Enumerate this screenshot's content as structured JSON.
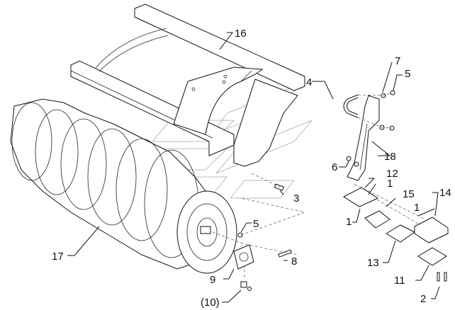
{
  "diagram": {
    "title": "Packer roller exploded parts diagram",
    "callouts": [
      {
        "id": "c16",
        "text": "16"
      },
      {
        "id": "c4",
        "text": "4"
      },
      {
        "id": "c7",
        "text": "7"
      },
      {
        "id": "c5a",
        "text": "5"
      },
      {
        "id": "c18",
        "text": "18"
      },
      {
        "id": "c6",
        "text": "6"
      },
      {
        "id": "c12",
        "text": "12"
      },
      {
        "id": "c1a",
        "text": "1"
      },
      {
        "id": "c15",
        "text": "15"
      },
      {
        "id": "c1b",
        "text": "1"
      },
      {
        "id": "c1c",
        "text": "1"
      },
      {
        "id": "c14",
        "text": "14"
      },
      {
        "id": "c13",
        "text": "13"
      },
      {
        "id": "c11",
        "text": "11"
      },
      {
        "id": "c2",
        "text": "2"
      },
      {
        "id": "c3",
        "text": "3"
      },
      {
        "id": "c5b",
        "text": "5"
      },
      {
        "id": "c8",
        "text": "8"
      },
      {
        "id": "c9",
        "text": "9"
      },
      {
        "id": "c10",
        "text": "(10)"
      },
      {
        "id": "c17",
        "text": "17"
      }
    ],
    "colors": {
      "line": "#111111",
      "watermark": "#bbbbbb",
      "background": "#ffffff"
    }
  }
}
